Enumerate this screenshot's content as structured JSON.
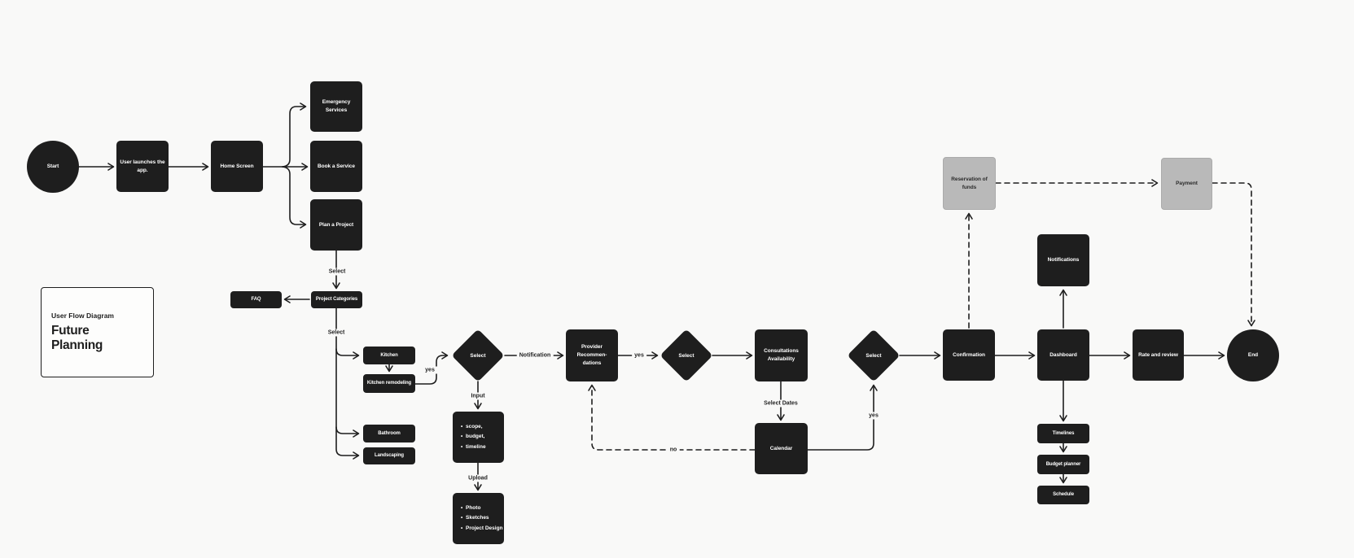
{
  "colors": {
    "background": "#f9f9f8",
    "node_dark": "#1e1e1e",
    "node_gray": "#b9b9b9",
    "node_text_light": "#ffffff",
    "node_text_dark": "#2a2a2a",
    "connector": "#1e1e1e",
    "title_card_bg": "#fdfdfc",
    "title_card_border": "#1e1e1e"
  },
  "title_card": {
    "eyebrow": "User Flow Diagram",
    "title": "Future Planning"
  },
  "nodes": {
    "start": {
      "label": "Start",
      "shape": "circle"
    },
    "user_launches": {
      "label": "User launches the\napp.",
      "shape": "rect"
    },
    "home_screen": {
      "label": "Home Screen",
      "shape": "rect"
    },
    "emergency_services": {
      "label": "Emergency\nServices",
      "shape": "rect"
    },
    "book_a_service": {
      "label": "Book a Service",
      "shape": "rect"
    },
    "plan_a_project": {
      "label": "Plan a Project",
      "shape": "rect"
    },
    "faq": {
      "label": "FAQ",
      "shape": "rect-small"
    },
    "project_categories": {
      "label": "Project Categories",
      "shape": "rect-small"
    },
    "kitchen": {
      "label": "Kitchen",
      "shape": "rect-small"
    },
    "kitchen_remodeling": {
      "label": "Kitchen remodeling",
      "shape": "rect-small"
    },
    "bathroom": {
      "label": "Bathroom",
      "shape": "rect-small"
    },
    "landscaping": {
      "label": "Landscaping",
      "shape": "rect-small"
    },
    "select_1": {
      "label": "Select",
      "shape": "diamond"
    },
    "project_details": {
      "items": [
        "scope,",
        "budget,",
        "timeline"
      ],
      "shape": "rect-list"
    },
    "project_uploads": {
      "items": [
        "Photo",
        "Sketches",
        "Project Design"
      ],
      "shape": "rect-list"
    },
    "provider_recommendations": {
      "label": "Provider\nRecommen-\ndations",
      "shape": "rect"
    },
    "select_2": {
      "label": "Select",
      "shape": "diamond"
    },
    "consultations_availability": {
      "label": "Consultations\nAvailability",
      "shape": "rect"
    },
    "calendar": {
      "label": "Calendar",
      "shape": "rect"
    },
    "select_3": {
      "label": "Select",
      "shape": "diamond"
    },
    "confirmation": {
      "label": "Confirmation",
      "shape": "rect"
    },
    "reservation_of_funds": {
      "label": "Reservation of\nfunds",
      "shape": "rect-gray"
    },
    "payment": {
      "label": "Payment",
      "shape": "rect-gray"
    },
    "notifications": {
      "label": "Notifications",
      "shape": "rect"
    },
    "dashboard": {
      "label": "Dashboard",
      "shape": "rect"
    },
    "rate_and_review": {
      "label": "Rate and review",
      "shape": "rect"
    },
    "end": {
      "label": "End",
      "shape": "circle"
    },
    "timelines": {
      "label": "Timelines",
      "shape": "rect-small"
    },
    "budget_planner": {
      "label": "Budget planner",
      "shape": "rect-small"
    },
    "schedule": {
      "label": "Schedule",
      "shape": "rect-small"
    }
  },
  "edge_labels": {
    "select_categories": "Select",
    "select_category": "Select",
    "yes_kitchen": "yes",
    "input": "Input",
    "upload": "Upload",
    "notification": "Notification",
    "yes_provider": "yes",
    "select_dates": "Select Dates",
    "no_calendar": "no",
    "yes_calendar": "yes"
  }
}
